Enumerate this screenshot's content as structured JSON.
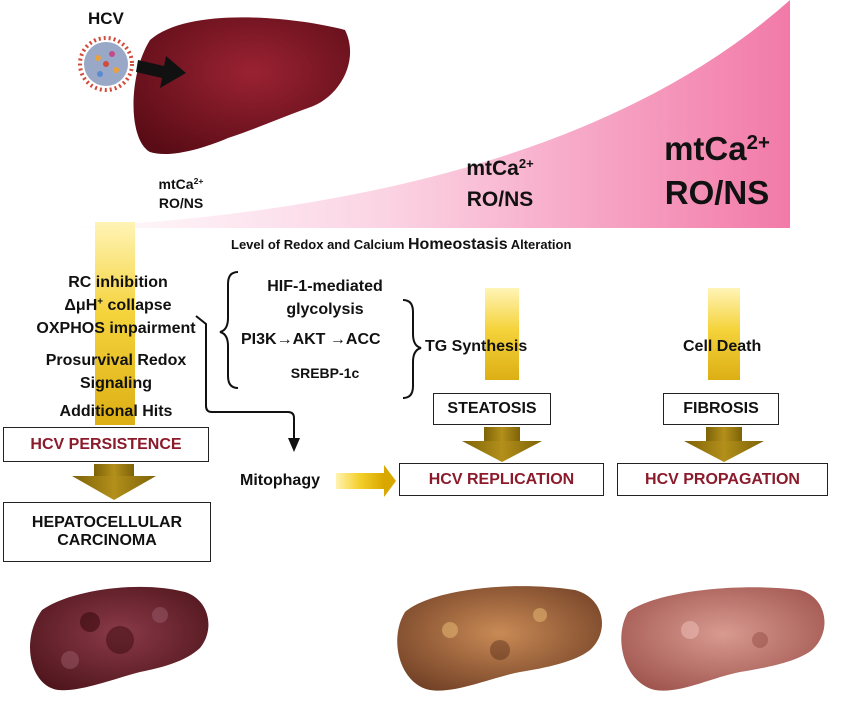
{
  "hcv_label": "HCV",
  "low": {
    "mt": "mtCa",
    "sup": "2+",
    "ronos": "RO/NS"
  },
  "mid": {
    "mt": "mtCa",
    "sup": "2+",
    "ronos": "RO/NS"
  },
  "high": {
    "mt": "mtCa",
    "sup": "2+",
    "ronos": "RO/NS"
  },
  "gradient_caption": {
    "prefix": "Level of Redox and Calcium ",
    "emphasis": "Homeostasis",
    "suffix": " Alteration"
  },
  "left_column": {
    "rc_inhibition": "RC inhibition",
    "delta": "Δμ",
    "h": "H",
    "plus": "+",
    "collapse": " collapse",
    "oxphos": "OXPHOS impairment",
    "prosurvival_1": "Prosurvival Redox",
    "prosurvival_2": "Signaling",
    "additional_hits": "Additional Hits",
    "persistence": "HCV PERSISTENCE",
    "hcc_1": "HEPATOCELLULAR",
    "hcc_2": "CARCINOMA"
  },
  "middle_column": {
    "hif_1": "HIF-1-mediated",
    "hif_2": "glycolysis",
    "pi3k": "PI3K→AKT →ACC",
    "srebp": "SREBP-1c",
    "tg_synthesis": "TG Synthesis",
    "mitophagy": "Mitophagy",
    "steatosis": "STEATOSIS",
    "replication": "HCV REPLICATION"
  },
  "right_column": {
    "cell_death": "Cell Death",
    "fibrosis": "FIBROSIS",
    "propagation": "HCV PROPAGATION"
  },
  "colors": {
    "gradient_pink": "#f27aa8",
    "gold_arrow": "#d9b000",
    "dark_gold_arrow": "#9a7d12",
    "outcome_red": "#8b1a2b",
    "liver_healthy": "#7c1420",
    "liver_cancer": "#6e2228",
    "liver_steatotic": "#b06d45",
    "liver_fibrotic": "#c27a72"
  },
  "icons": [
    "virus-icon",
    "infection-arrow-icon",
    "liver-healthy-icon",
    "liver-cancer-icon",
    "liver-steatosis-icon",
    "liver-fibrosis-icon"
  ]
}
